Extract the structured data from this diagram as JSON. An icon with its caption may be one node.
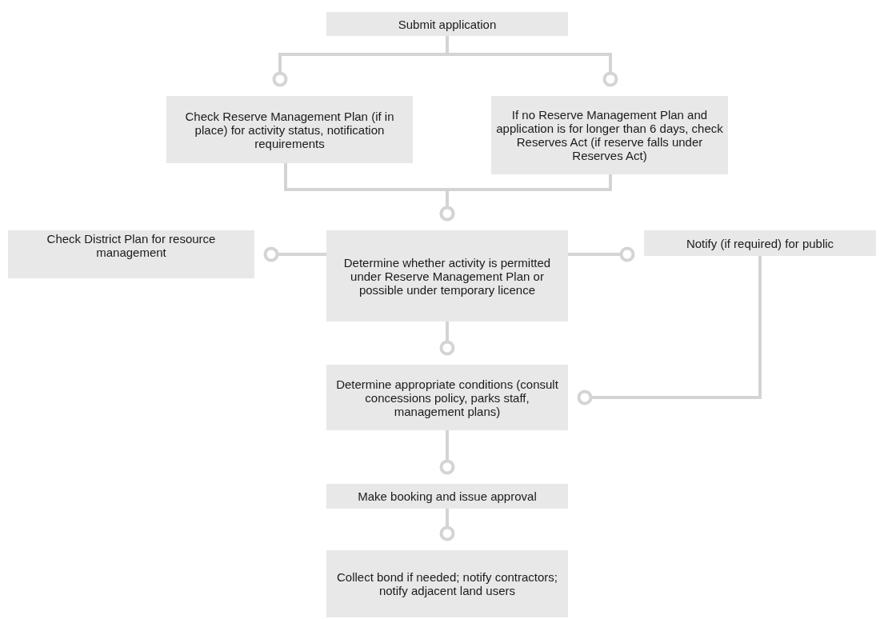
{
  "diagram": {
    "nodes": [
      {
        "text": [
          "Submit application"
        ]
      },
      {
        "text": [
          "Check Reserve Management Plan (if in place) for activity status, notification requirements"
        ]
      },
      {
        "text": [
          "If no Reserve Management Plan and application is for longer than 6 days, check Reserves Act (if reserve falls under Reserves Act)"
        ]
      },
      {
        "text": [
          "Check District Plan for resource management"
        ]
      },
      {
        "text": [
          "Determine whether activity is permitted under Reserve Management Plan or possible under temporary licence"
        ]
      },
      {
        "text": [
          "Notify (if required) for public"
        ]
      },
      {
        "text": [
          "Determine appropriate conditions (consult concessions policy, parks staff, management plans)"
        ]
      },
      {
        "text": [
          "Make booking and issue approval"
        ]
      },
      {
        "text": [
          "Collect bond if needed; notify contractors; notify adjacent land users"
        ]
      }
    ],
    "edges": [
      {
        "from": 0,
        "to": 1,
        "arrow": "other"
      },
      {
        "from": 0,
        "to": 2,
        "arrow": "other"
      },
      {
        "from": 1,
        "to": 4,
        "arrow": "other"
      },
      {
        "from": 2,
        "to": 4,
        "arrow": "other"
      },
      {
        "from": 4,
        "to": 3,
        "arrow": "other"
      },
      {
        "from": 4,
        "to": 5,
        "arrow": "other"
      },
      {
        "from": 4,
        "to": 6,
        "arrow": "other"
      },
      {
        "from": 5,
        "to": 6,
        "arrow": "other"
      },
      {
        "from": 6,
        "to": 7,
        "arrow": "other"
      },
      {
        "from": 7,
        "to": 8,
        "arrow": "other"
      }
    ]
  }
}
